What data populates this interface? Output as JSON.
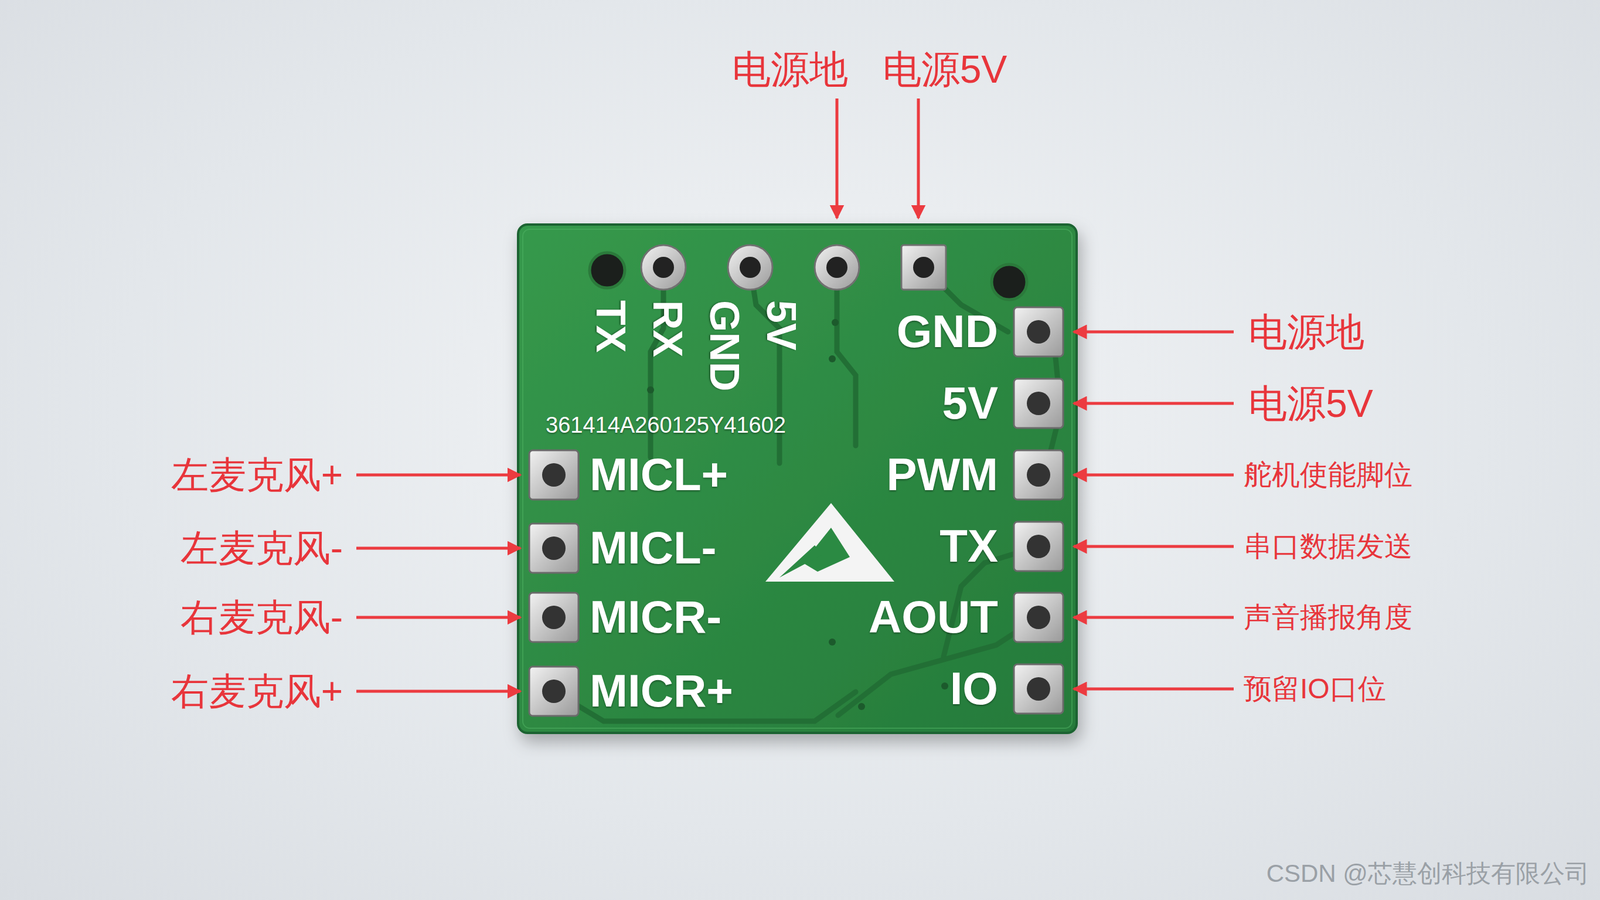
{
  "diagram": {
    "labels": [
      "电源地",
      "电源5V",
      "TX",
      "RX",
      "GND",
      "5V",
      "GND",
      "电源地",
      "5V",
      "电源5V",
      "361414A260125Y41602",
      "左麦克风+",
      "MICL+",
      "PWM",
      "舵机使能脚位",
      "左麦克风-",
      "MICL-",
      "TX",
      "串口数据发送",
      "右麦克风-",
      "MICR-",
      "AOUT",
      "声音播报角度",
      "右麦克风+",
      "MICR+",
      "IO",
      "预留IO口位",
      "CSDN @芯慧创科技有限公司"
    ]
  }
}
